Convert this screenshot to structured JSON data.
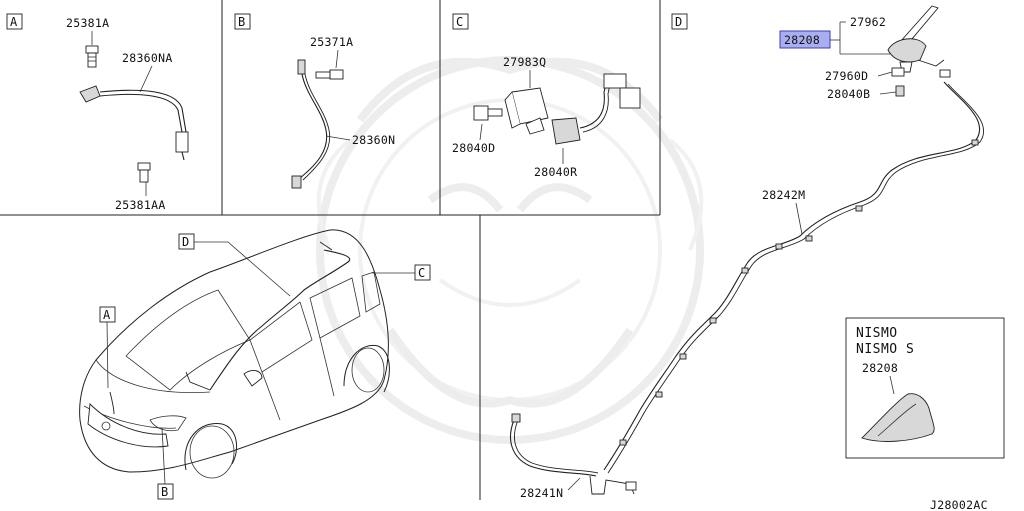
{
  "sections": {
    "a": {
      "letter": "A",
      "parts": [
        "25381A",
        "28360NA",
        "25381AA"
      ]
    },
    "b": {
      "letter": "B",
      "parts": [
        "25371A",
        "28360N"
      ]
    },
    "c": {
      "letter": "C",
      "parts": [
        "27983Q",
        "28040D",
        "28040R"
      ]
    },
    "d": {
      "letter": "D",
      "parts": [
        "27962",
        "28208",
        "27960D",
        "28040B",
        "28242M",
        "28241N"
      ]
    }
  },
  "car_callouts": [
    "D",
    "C",
    "A",
    "B"
  ],
  "nismo_box": {
    "line1": "NISMO",
    "line2": "NISMO S",
    "part": "28208"
  },
  "diagram_code": "J28002AC",
  "colors": {
    "highlight_fill": "#a9aef0",
    "highlight_border": "#3a3fb0",
    "line": "#222222"
  }
}
